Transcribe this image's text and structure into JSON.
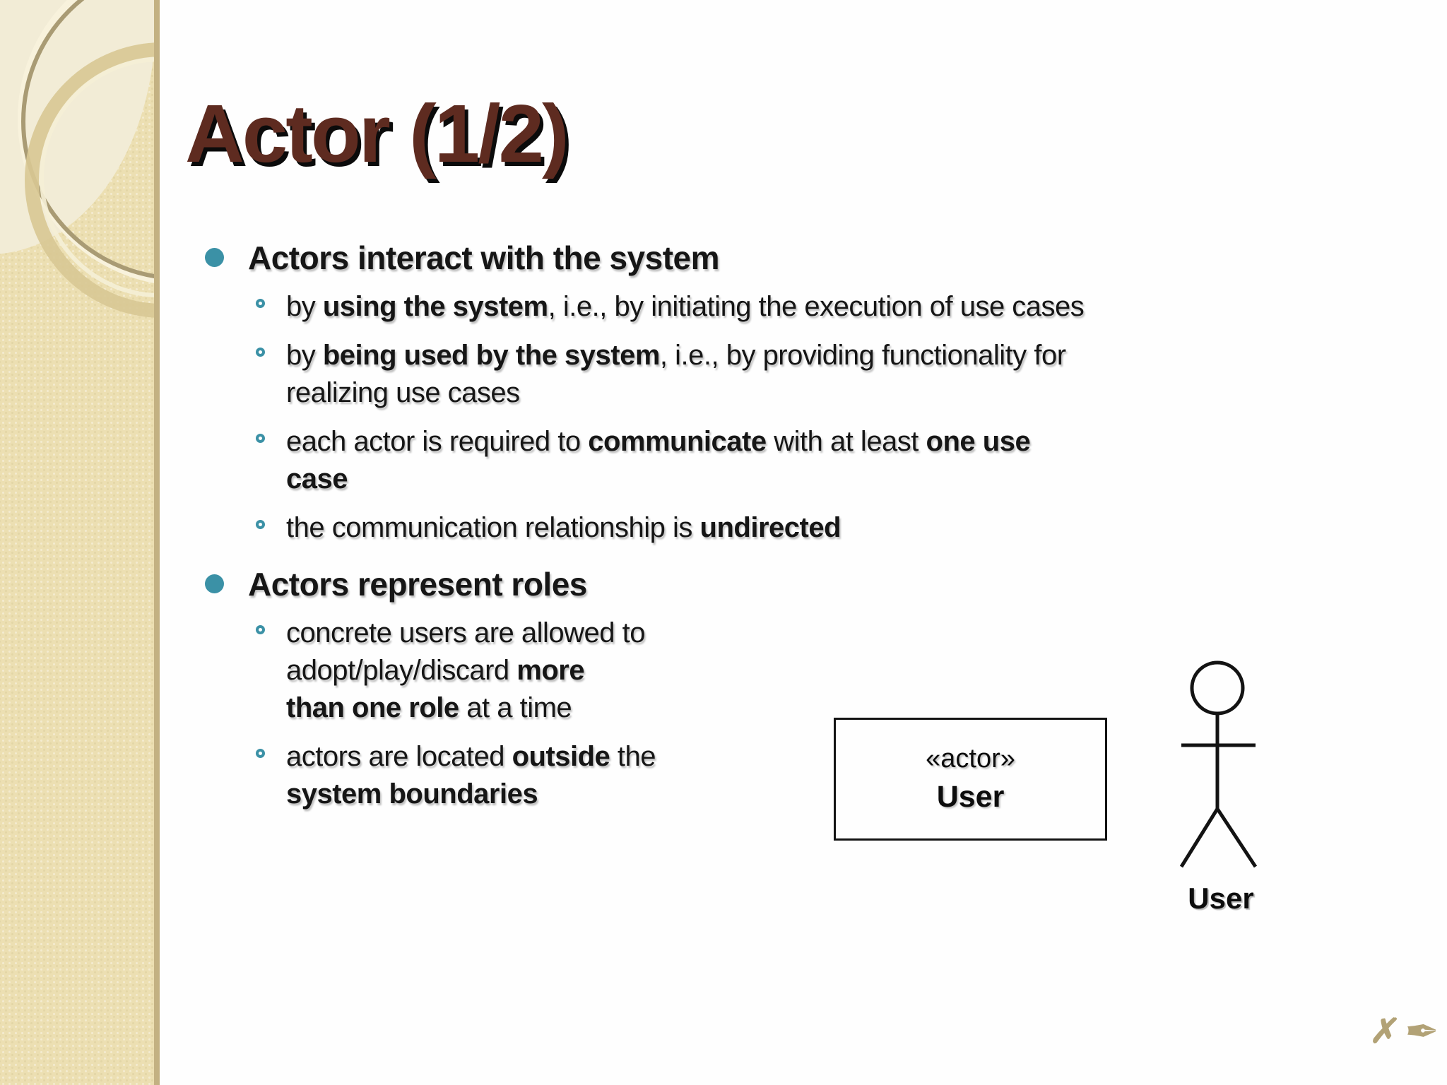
{
  "slide": {
    "title": "Actor (1/2)",
    "colors": {
      "accent_teal": "#3b91a6",
      "title_maroon": "#5e2b20",
      "sidebar_tan": "#ecdfb2",
      "sidebar_edge": "#c3b182",
      "icon_tan": "#b2a276",
      "text_black": "#161616"
    },
    "bullets": [
      {
        "level": 1,
        "lines": [
          [
            {
              "t": "Actors interact with the system",
              "b": true
            }
          ]
        ]
      },
      {
        "level": 2,
        "lines": [
          [
            {
              "t": "by ",
              "b": false
            },
            {
              "t": "using the system",
              "b": true
            },
            {
              "t": ", i.e., by initiating the execution of use cases",
              "b": false
            }
          ]
        ]
      },
      {
        "level": 2,
        "lines": [
          [
            {
              "t": "by ",
              "b": false
            },
            {
              "t": "being used by the system",
              "b": true
            },
            {
              "t": ", i.e., by providing functionality for",
              "b": false
            }
          ],
          [
            {
              "t": "realizing use cases",
              "b": false
            }
          ]
        ]
      },
      {
        "level": 2,
        "lines": [
          [
            {
              "t": "each actor is required to ",
              "b": false
            },
            {
              "t": "communicate",
              "b": true
            },
            {
              "t": " with at least ",
              "b": false
            },
            {
              "t": "one use",
              "b": true
            }
          ],
          [
            {
              "t": "case",
              "b": true
            }
          ]
        ]
      },
      {
        "level": 2,
        "lines": [
          [
            {
              "t": "the communication relationship is ",
              "b": false
            },
            {
              "t": "undirected",
              "b": true
            }
          ]
        ]
      },
      {
        "level": 1,
        "lines": [
          [
            {
              "t": "Actors represent roles",
              "b": true
            }
          ]
        ]
      },
      {
        "level": 2,
        "lines": [
          [
            {
              "t": "concrete users are allowed to",
              "b": false
            }
          ],
          [
            {
              "t": "adopt/play/discard ",
              "b": false
            },
            {
              "t": "more",
              "b": true
            }
          ],
          [
            {
              "t": "than one role",
              "b": true
            },
            {
              "t": " at a time",
              "b": false
            }
          ]
        ]
      },
      {
        "level": 2,
        "lines": [
          [
            {
              "t": "actors are located ",
              "b": false
            },
            {
              "t": "outside",
              "b": true
            },
            {
              "t": " the",
              "b": false
            }
          ],
          [
            {
              "t": "system boundaries",
              "b": true
            }
          ]
        ]
      }
    ],
    "diagram": {
      "stereotype": "«actor»",
      "box_label": "User",
      "figure_label": "User"
    },
    "footer": {
      "x_mark_glyph": "✗",
      "pen_nib_glyph": "✒"
    }
  }
}
